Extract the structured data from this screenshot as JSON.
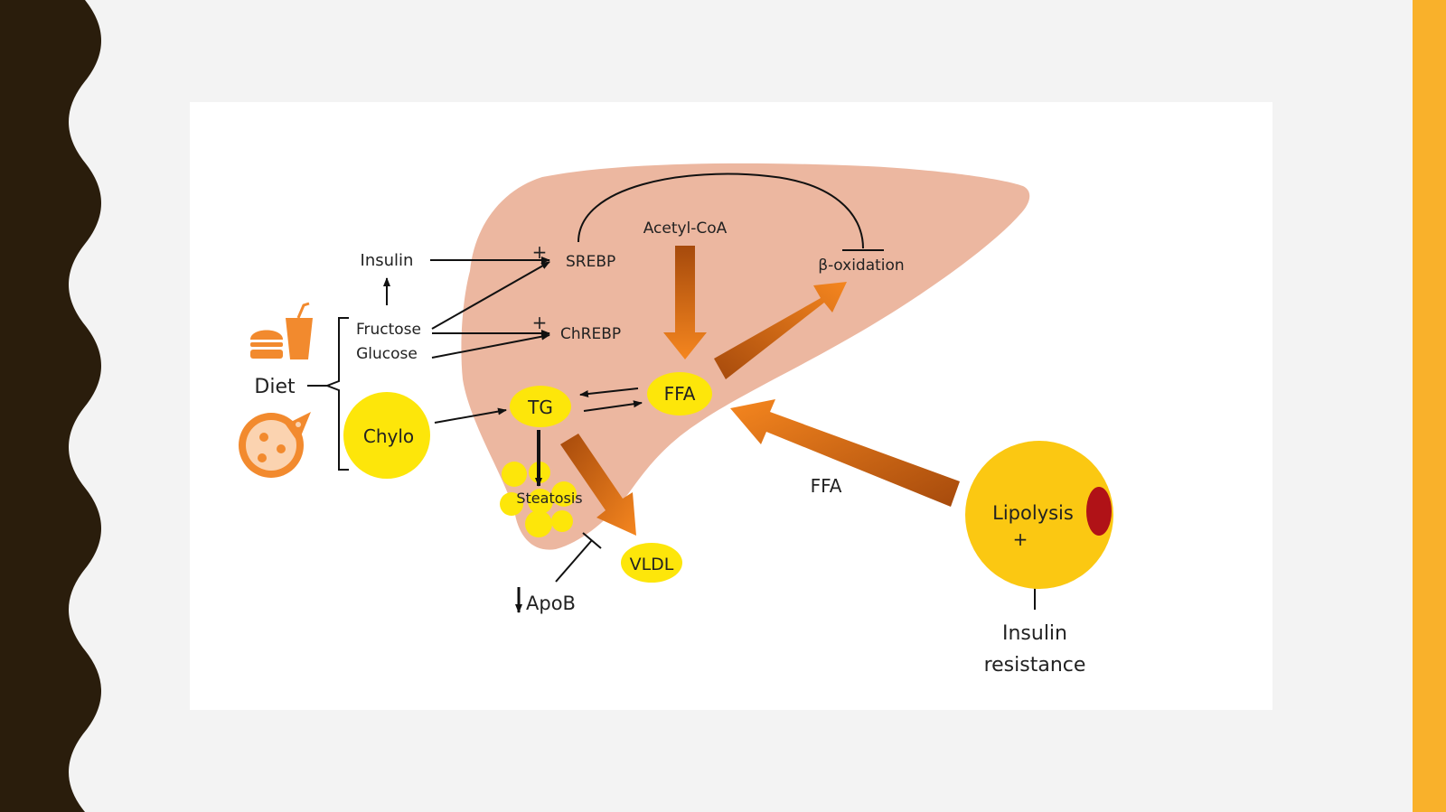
{
  "diagram": {
    "labels": {
      "insulin": "Insulin",
      "srebp": "SREBP",
      "acetyl_coa": "Acetyl-CoA",
      "beta_oxidation": "β-oxidation",
      "fructose": "Fructose",
      "glucose": "Glucose",
      "chrebp": "ChREBP",
      "diet": "Diet",
      "chylo": "Chylo",
      "tg": "TG",
      "ffa_liver": "FFA",
      "steatosis": "Steatosis",
      "vldl": "VLDL",
      "apob": "ApoB",
      "ffa_flow": "FFA",
      "lipolysis": "Lipolysis",
      "insulin_resistance_line1": "Insulin",
      "insulin_resistance_line2": "resistance",
      "plus": "+"
    },
    "colors": {
      "liver": "#ecb7a0",
      "yellow": "#fde60a",
      "adipose": "#fbc812",
      "orange_arrow": "#f07d1e",
      "dark_orange_arrow": "#a64a0c",
      "icon_orange": "#f28a2e",
      "adipose_dot": "#b01217",
      "left_wave": "#2a1d0c",
      "right_bar": "#f9b12b",
      "background": "#f3f3f3"
    },
    "icons": [
      "fast-food-icon",
      "pizza-icon"
    ]
  }
}
